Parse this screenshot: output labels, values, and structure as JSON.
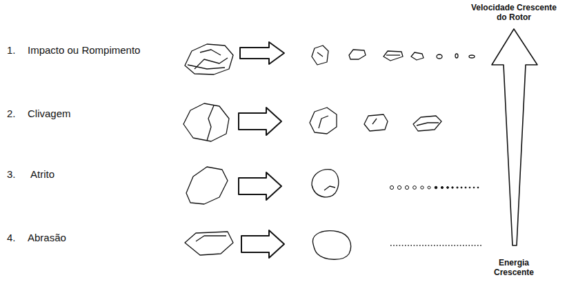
{
  "diagram": {
    "labels": [
      "1.",
      "Impacto ou Rompimento",
      "2.",
      "Clivagem",
      "3.",
      "Atrito",
      "4.",
      "Abrasão",
      "Velocidade Crescente do Rotor",
      "Energia Crescente"
    ]
  }
}
